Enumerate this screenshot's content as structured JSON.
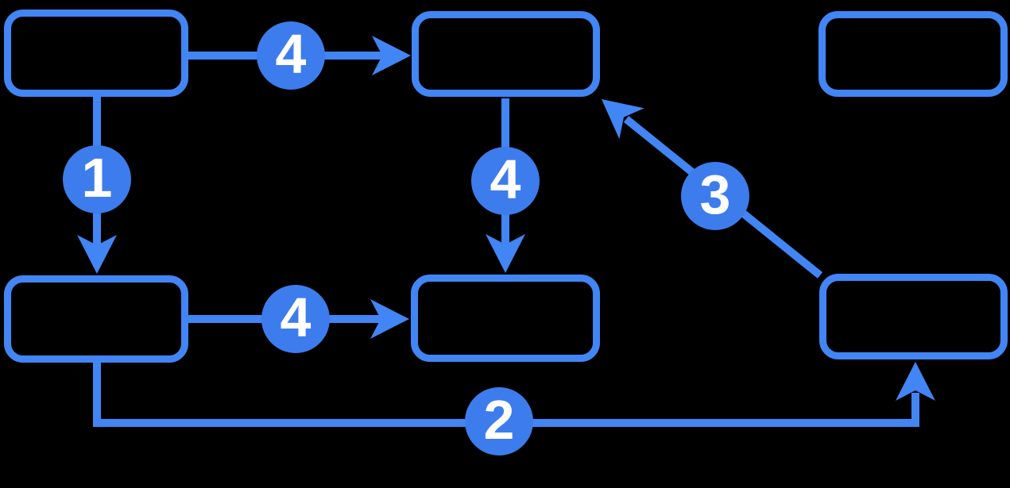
{
  "diagram": {
    "type": "flowchart",
    "background_color": "#000000",
    "accent_blue": "#4285f4",
    "badge_blue": "#3d7cec",
    "badge_text_color": "#ffffff",
    "nodes": [
      {
        "id": "top-left",
        "label": ""
      },
      {
        "id": "top-middle",
        "label": ""
      },
      {
        "id": "top-right",
        "label": ""
      },
      {
        "id": "bottom-left",
        "label": ""
      },
      {
        "id": "bottom-middle",
        "label": ""
      },
      {
        "id": "bottom-right",
        "label": ""
      }
    ],
    "edges": [
      {
        "from": "top-left",
        "to": "top-middle",
        "direction": "right",
        "label": "4"
      },
      {
        "from": "top-left",
        "to": "bottom-left",
        "direction": "down",
        "label": "1"
      },
      {
        "from": "top-middle",
        "to": "bottom-middle",
        "direction": "down",
        "label": "4"
      },
      {
        "from": "bottom-left",
        "to": "bottom-middle",
        "direction": "right",
        "label": "4"
      },
      {
        "from": "bottom-right",
        "to": "top-middle",
        "direction": "up-left-diagonal",
        "label": "3"
      },
      {
        "from": "bottom-left",
        "to": "bottom-right",
        "direction": "down-right-up",
        "label": "2"
      }
    ]
  }
}
